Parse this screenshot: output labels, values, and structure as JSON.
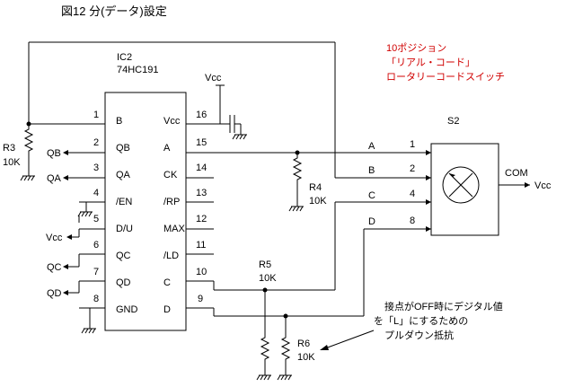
{
  "title": "図12 分(データ)設定",
  "switch_note": [
    "10ポジション",
    "「リアル・コード」",
    "ロータリーコードスイッチ"
  ],
  "pullup_note": [
    "接点がOFF時にデジタル値",
    "を「L」にするための",
    "プルダウン抵抗"
  ],
  "ic": {
    "name": "IC2",
    "part": "74HC191",
    "left_pins": [
      {
        "num": "1",
        "label": "B"
      },
      {
        "num": "2",
        "label": "QB"
      },
      {
        "num": "3",
        "label": "QA"
      },
      {
        "num": "4",
        "label": "/EN"
      },
      {
        "num": "5",
        "label": "D/U"
      },
      {
        "num": "6",
        "label": "QC"
      },
      {
        "num": "7",
        "label": "QD"
      },
      {
        "num": "8",
        "label": "GND"
      }
    ],
    "right_pins": [
      {
        "num": "16",
        "label": "Vcc"
      },
      {
        "num": "15",
        "label": "A"
      },
      {
        "num": "14",
        "label": "CK"
      },
      {
        "num": "13",
        "label": "/RP"
      },
      {
        "num": "12",
        "label": "MAX"
      },
      {
        "num": "11",
        "label": "/LD"
      },
      {
        "num": "10",
        "label": "C"
      },
      {
        "num": "9",
        "label": "D"
      }
    ]
  },
  "signals": {
    "qb": "QB",
    "qa": "QA",
    "vcc": "Vcc",
    "qc": "QC",
    "qd": "QD"
  },
  "vcc_label": "Vcc",
  "r3": {
    "name": "R3",
    "value": "10K"
  },
  "r4": {
    "name": "R4",
    "value": "10K"
  },
  "r5": {
    "name": "R5",
    "value": "10K"
  },
  "r6": {
    "name": "R6",
    "value": "10K"
  },
  "switch": {
    "name": "S2",
    "inputs": [
      {
        "label": "A",
        "num": "1"
      },
      {
        "label": "B",
        "num": "2"
      },
      {
        "label": "C",
        "num": "4"
      },
      {
        "label": "D",
        "num": "8"
      }
    ],
    "com": "COM",
    "com_vcc": "Vcc"
  }
}
